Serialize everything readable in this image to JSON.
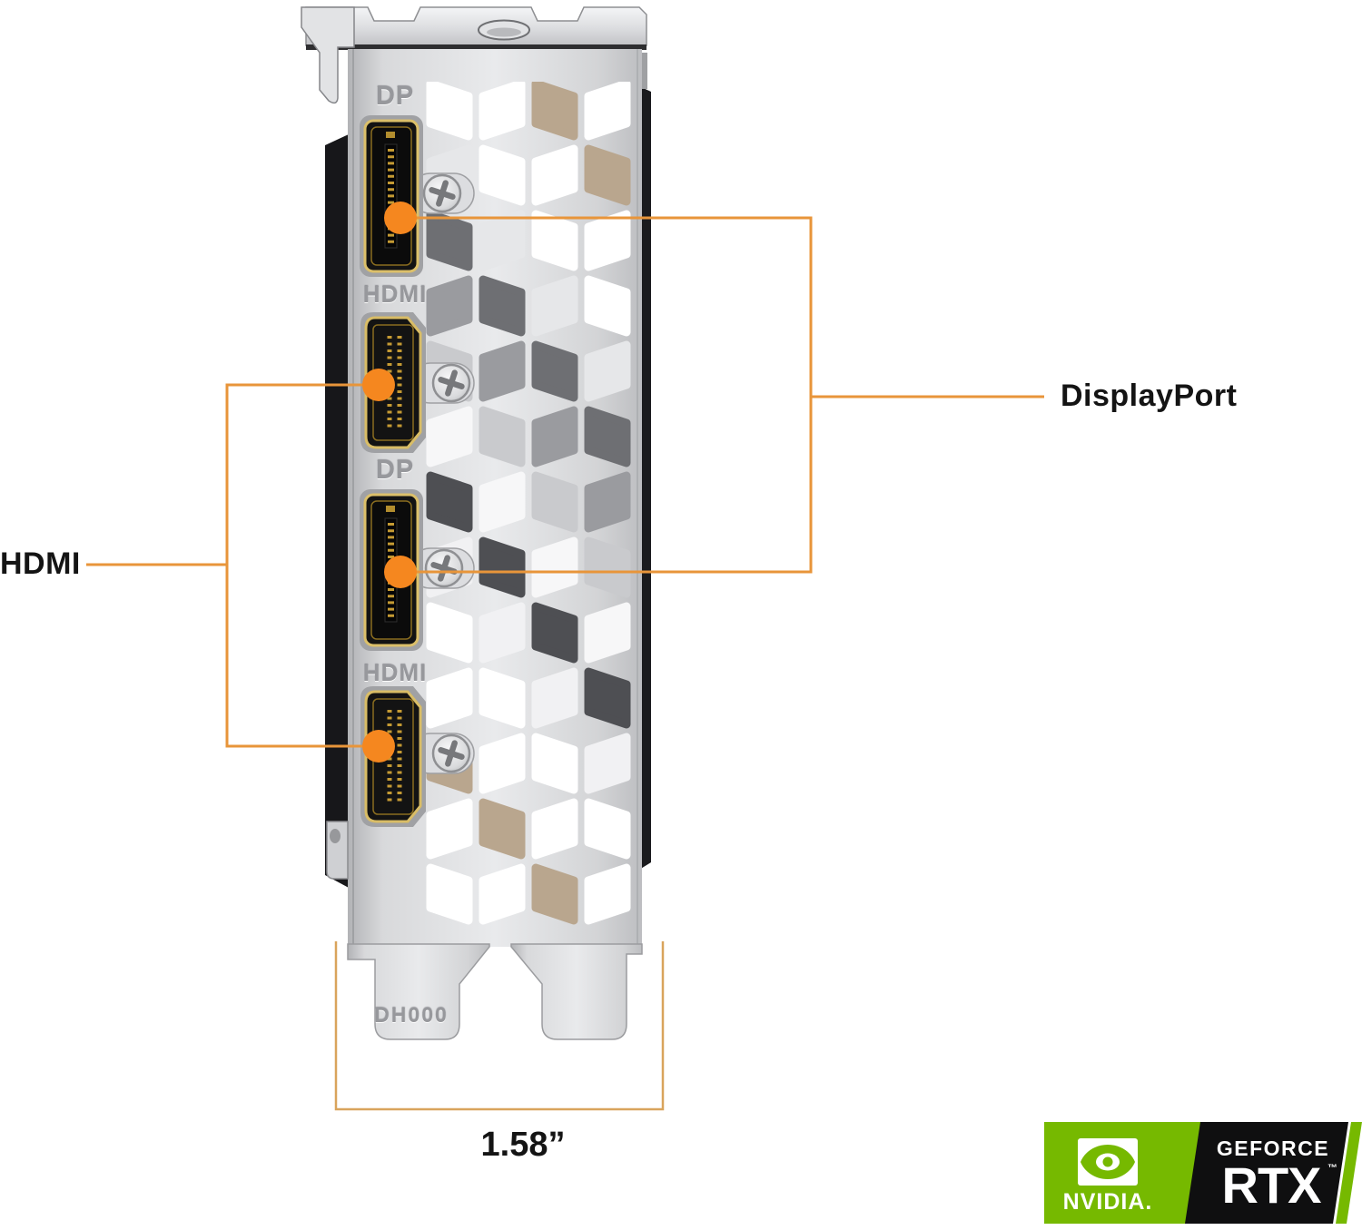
{
  "callouts": {
    "displayport": {
      "label": "DisplayPort"
    },
    "hdmi": {
      "label": "HDMI"
    }
  },
  "measurement": {
    "width_label": "1.58”"
  },
  "bracket": {
    "port_labels": [
      "DP",
      "HDMI",
      "DP",
      "HDMI"
    ],
    "stamp": "DH000",
    "ports": [
      {
        "type": "displayport"
      },
      {
        "type": "hdmi"
      },
      {
        "type": "displayport"
      },
      {
        "type": "hdmi"
      }
    ]
  },
  "badge": {
    "brand": "NVIDIA.",
    "series": "GEFORCE",
    "model": "RTX",
    "trademark": "™"
  },
  "colors": {
    "callout_line": "#E8953A",
    "callout_dot": "#F5871F",
    "measure_line": "#D9A45C",
    "nvidia_green": "#76B900",
    "badge_black": "#0F0F10"
  }
}
